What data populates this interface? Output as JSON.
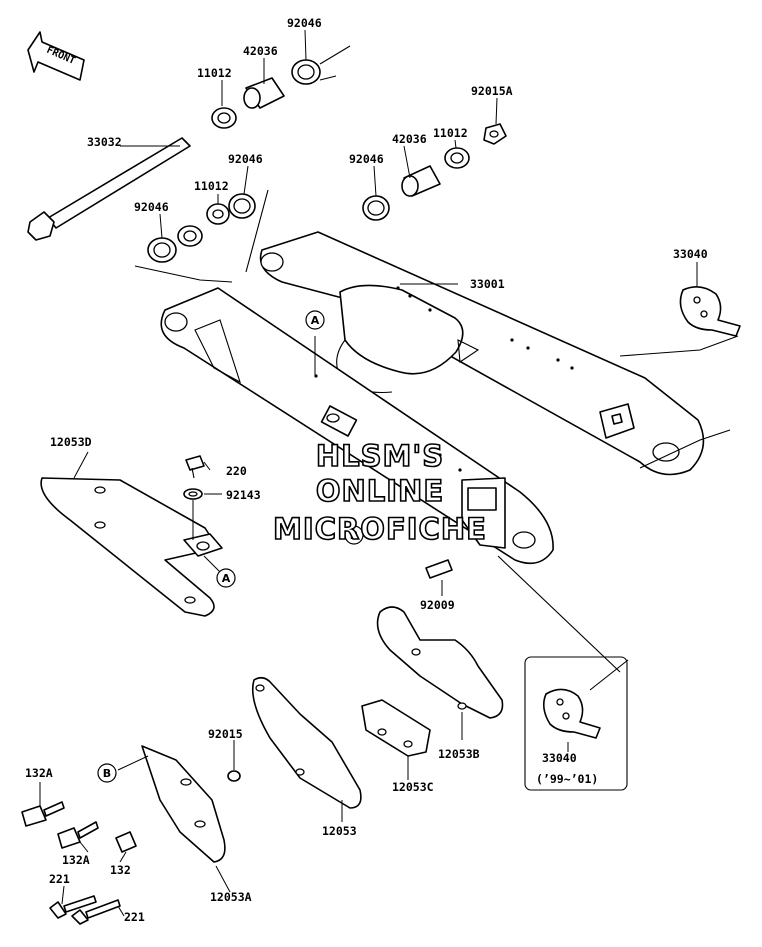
{
  "diagram": {
    "front_label": "FRONT",
    "watermark": [
      "HLSM'S",
      "ONLINE",
      "MICROFICHE"
    ],
    "callouts": [
      "A",
      "A",
      "B",
      "B"
    ],
    "parts": {
      "p92046_top": "92046",
      "p42036_top": "42036",
      "p11012_top": "11012",
      "p92015A": "92015A",
      "p11012_right": "11012",
      "p42036_right": "42036",
      "p92046_right": "92046",
      "p33032": "33032",
      "p11012_mid": "11012",
      "p92046_mid": "92046",
      "p92046_left": "92046",
      "p33001": "33001",
      "p33040_top": "33040",
      "p12053D": "12053D",
      "p220": "220",
      "p92143": "92143",
      "p92009": "92009",
      "p33040_bottom": "33040",
      "p33040_note": "(’99~’01)",
      "p92015": "92015",
      "p132A_top": "132A",
      "p12053B": "12053B",
      "p12053C": "12053C",
      "p12053": "12053",
      "p132A_bottom": "132A",
      "p132": "132",
      "p221_top": "221",
      "p221_bottom": "221",
      "p12053A": "12053A"
    }
  }
}
